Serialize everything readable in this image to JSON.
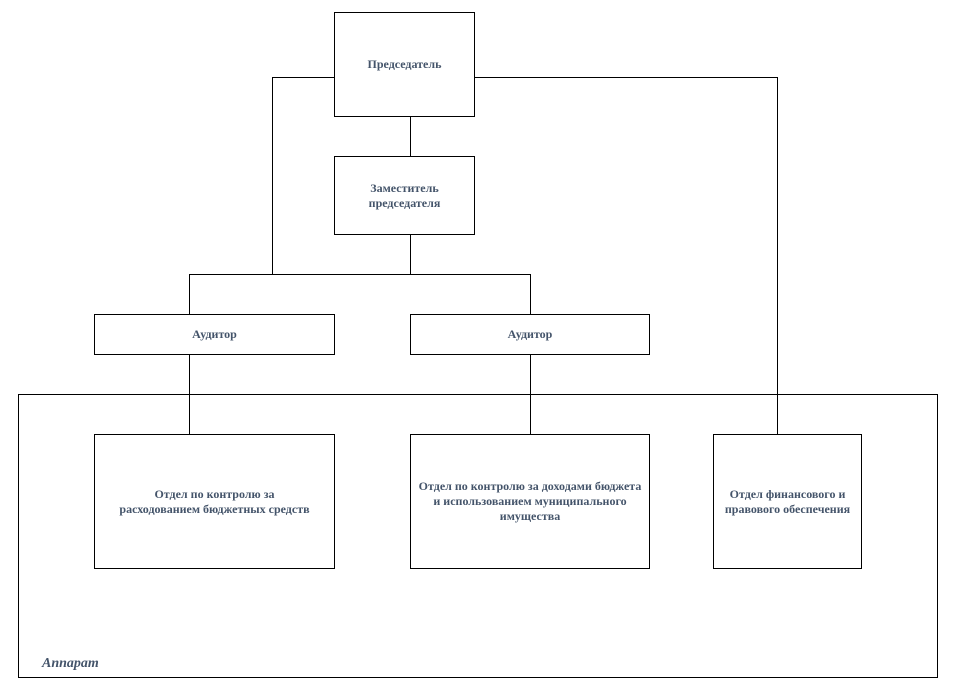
{
  "diagram": {
    "nodes": {
      "chairman": "Председатель",
      "deputy": "Заместитель председателя",
      "auditor_left": "Аудитор",
      "auditor_right": "Аудитор",
      "dept_expenses": "Отдел по контролю за расходованием бюджетных средств",
      "dept_revenues": "Отдел по контролю за доходами бюджета и использованием муниципального имущества",
      "dept_finance_legal": "Отдел финансового и правового обеспечения"
    },
    "group": {
      "label": "Аппарат"
    },
    "colors": {
      "text": "#44546a",
      "border": "#000000",
      "background": "#ffffff"
    }
  }
}
